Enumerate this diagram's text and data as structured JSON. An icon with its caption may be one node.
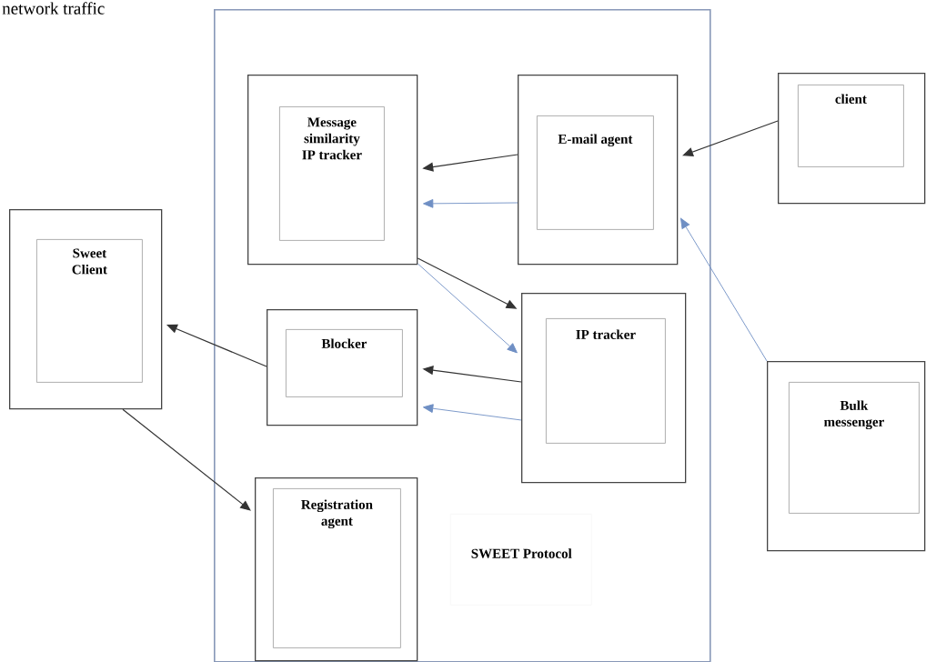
{
  "diagram": {
    "nodes": [
      {
        "text": [],
        "shape": "box"
      },
      {
        "text": [],
        "shape": "box",
        "in": 0
      },
      {
        "text": [
          "Message similarity IP tracker"
        ],
        "in": 1
      },
      {
        "text": [],
        "shape": "box",
        "in": 0
      },
      {
        "text": [
          "E-mail agent"
        ],
        "in": 3
      },
      {
        "text": [],
        "shape": "box"
      },
      {
        "text": [
          "client"
        ],
        "in": 5
      },
      {
        "text": [],
        "shape": "box"
      },
      {
        "text": [
          "Sweet Client"
        ],
        "in": 7
      },
      {
        "text": [],
        "shape": "box",
        "in": 0
      },
      {
        "text": [
          "Blocker"
        ],
        "in": 9
      },
      {
        "text": [],
        "shape": "box",
        "in": 0
      },
      {
        "text": [
          "IP tracker"
        ],
        "in": 11
      },
      {
        "text": [],
        "shape": "box"
      },
      {
        "text": [
          "Bulk messenger"
        ],
        "in": 13
      },
      {
        "text": [],
        "shape": "box",
        "in": 0
      },
      {
        "text": [
          "Registration agent"
        ],
        "in": 15
      },
      {
        "text": [
          "SWEET  Protocol"
        ],
        "in": 0
      }
    ],
    "edges": [
      {
        "from": 3,
        "to": 1,
        "arrow": "to"
      },
      {
        "from": 3,
        "to": 1,
        "arrow": "to",
        "color": "#6f8fc4"
      },
      {
        "from": 5,
        "to": 3,
        "arrow": "to"
      },
      {
        "from": 1,
        "to": 11,
        "arrow": "to"
      },
      {
        "from": 1,
        "to": 11,
        "arrow": "to",
        "color": "#6f8fc4"
      },
      {
        "from": 11,
        "to": 9,
        "arrow": "to"
      },
      {
        "from": 11,
        "to": 9,
        "arrow": "to",
        "color": "#6f8fc4"
      },
      {
        "from": 9,
        "to": 7,
        "arrow": "to"
      },
      {
        "from": 7,
        "to": 15,
        "arrow": "to"
      },
      {
        "from": 13,
        "to": 3,
        "arrow": "to",
        "color": "#6f8fc4"
      }
    ],
    "labels": [
      "network traffic"
    ]
  }
}
